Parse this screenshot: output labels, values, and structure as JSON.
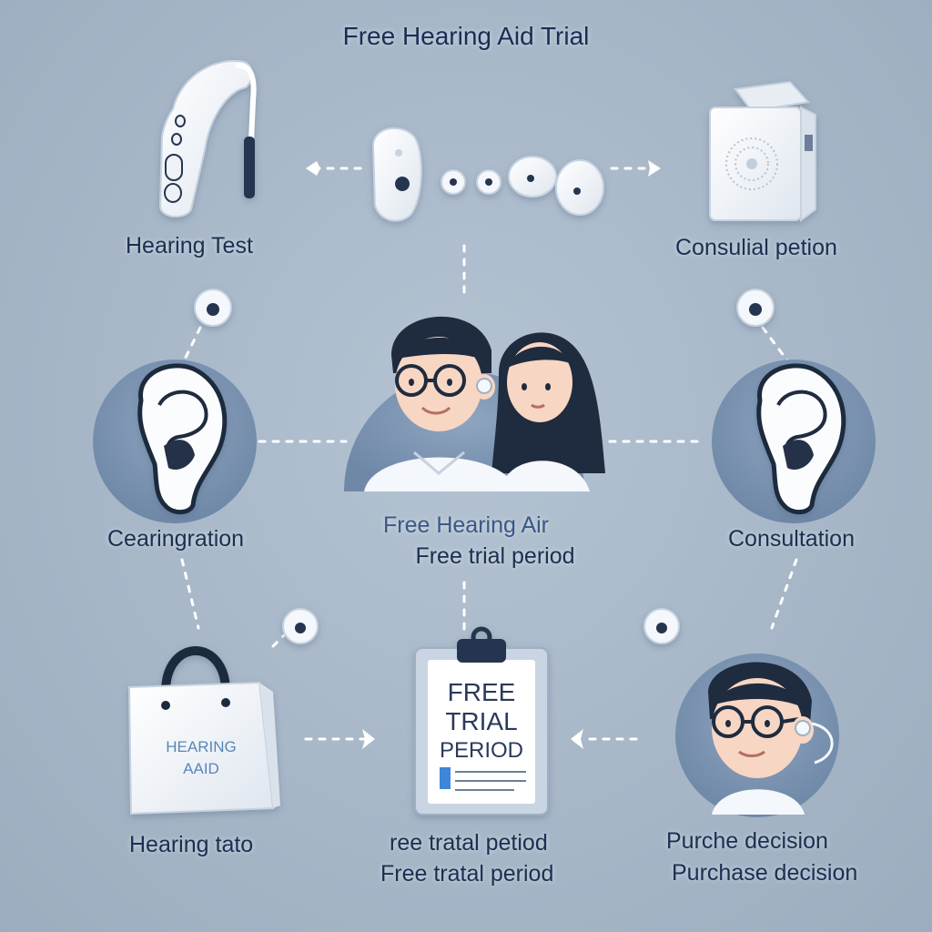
{
  "title": "Free Hearing Aid Trial",
  "labels": {
    "hearing_test": "Hearing Test",
    "consultal_petion": "Consulial petion",
    "cearing_ration": "Cearingration",
    "center_line1": "Free Hearing Air",
    "center_line2": "Free trial period",
    "consultation": "Consultation",
    "hearing_tato": "Hearing tato",
    "bottom_center_line1": "ree tratal petiod",
    "bottom_center_line2": "Free tratal period",
    "purchase_line1": "Purche decision",
    "purchase_line2": "Purchase decision"
  },
  "bag_text": {
    "line1": "HEARING",
    "line2": "AAID"
  },
  "clipboard_text": {
    "line1": "FREE",
    "line2": "TRIAL",
    "line3": "PERIOD"
  },
  "colors": {
    "background": "#a7b7c8",
    "circle": "#7d95b2",
    "navy": "#1c2f52",
    "skin": "#f7d6c4",
    "hair": "#1f2b3e",
    "device": "#f4f7fb",
    "accent_blue": "#3f86d8"
  },
  "icons": [
    "bte-hearing-aid-icon",
    "earbuds-icon",
    "charger-box-icon",
    "ear-icon",
    "couple-icon",
    "shopping-bag-icon",
    "clipboard-icon",
    "man-with-hearing-aid-icon"
  ]
}
